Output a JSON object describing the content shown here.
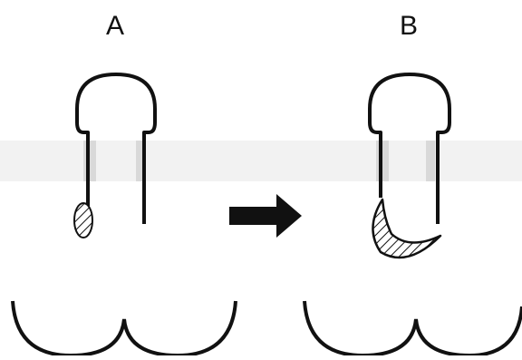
{
  "panels": [
    {
      "label": "A"
    },
    {
      "label": "B"
    }
  ],
  "colors": {
    "stroke": "#111111",
    "background": "#ffffff",
    "band": "#e6e6e6"
  },
  "icons": {
    "transition": "arrow-right-icon",
    "hatch": "diagonal-hatch"
  }
}
